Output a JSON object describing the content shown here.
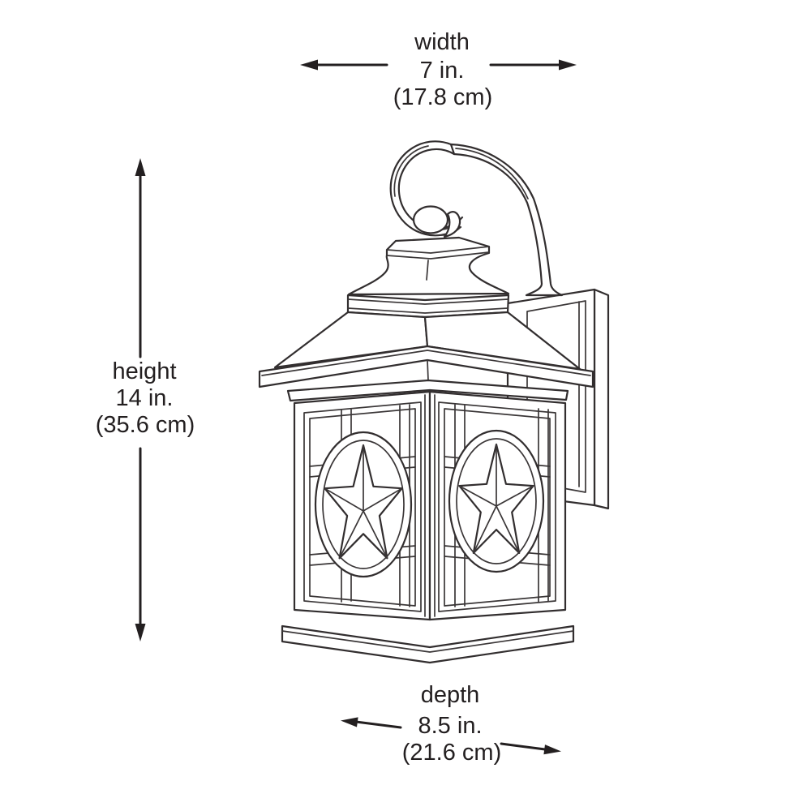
{
  "figure": {
    "name": "Outdoor wall lantern line drawing with star medallions",
    "background_color": "#ffffff",
    "line_color": "#322e2f",
    "text_color": "#231f20"
  },
  "dimensions": {
    "width": {
      "label": "width",
      "imperial": "7 in.",
      "metric": "(17.8 cm)"
    },
    "height": {
      "label": "height",
      "imperial": "14 in.",
      "metric": "(35.6 cm)"
    },
    "depth": {
      "label": "depth",
      "imperial": "8.5 in.",
      "metric": "(21.6 cm)"
    }
  }
}
